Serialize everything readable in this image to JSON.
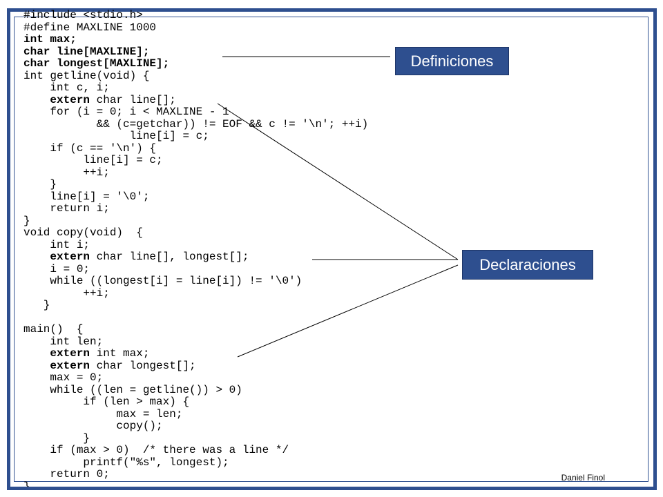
{
  "code_lines": [
    {
      "text": "#include <stdio.h>"
    },
    {
      "text": "#define MAXLINE 1000"
    },
    {
      "text": "int max;",
      "bold": true
    },
    {
      "text": "char line[MAXLINE];",
      "bold": true
    },
    {
      "text": "char longest[MAXLINE];",
      "bold": true
    },
    {
      "text": "int getline(void) {"
    },
    {
      "text": "    int c, i;"
    },
    {
      "kw": "extern",
      "text": " char line[];",
      "indent": "    "
    },
    {
      "text": "    for (i = 0; i < MAXLINE - 1"
    },
    {
      "text": "           && (c=getchar)) != EOF && c != '\\n'; ++i)"
    },
    {
      "text": "                line[i] = c;"
    },
    {
      "text": "    if (c == '\\n') {"
    },
    {
      "text": "         line[i] = c;"
    },
    {
      "text": "         ++i;"
    },
    {
      "text": "    }"
    },
    {
      "text": "    line[i] = '\\0';"
    },
    {
      "text": "    return i;"
    },
    {
      "text": "}"
    },
    {
      "text": "void copy(void)  {"
    },
    {
      "text": "    int i;"
    },
    {
      "kw": "extern",
      "text": " char line[], longest[];",
      "indent": "    "
    },
    {
      "text": "    i = 0;"
    },
    {
      "text": "    while ((longest[i] = line[i]) != '\\0')"
    },
    {
      "text": "         ++i;"
    },
    {
      "text": "   }"
    },
    {
      "text": ""
    },
    {
      "text": "main()  {"
    },
    {
      "text": "    int len;"
    },
    {
      "kw": "extern",
      "text": " int max;",
      "indent": "    "
    },
    {
      "kw": "extern",
      "text": " char longest[];",
      "indent": "    "
    },
    {
      "text": "    max = 0;"
    },
    {
      "text": "    while ((len = getline()) > 0)"
    },
    {
      "text": "         if (len > max) {"
    },
    {
      "text": "              max = len;"
    },
    {
      "text": "              copy();"
    },
    {
      "text": "         }"
    },
    {
      "text": "    if (max > 0)  /* there was a line */"
    },
    {
      "text": "         printf(\"%s\", longest);"
    },
    {
      "text": "    return 0;"
    },
    {
      "text": "}",
      "cut": true
    }
  ],
  "labels": {
    "definitions": "Definiciones",
    "declarations": "Declaraciones"
  },
  "author": "Daniel Finol",
  "colors": {
    "frame": "#2e4f8f",
    "label_bg": "#2e4f8f",
    "label_text": "#ffffff"
  }
}
